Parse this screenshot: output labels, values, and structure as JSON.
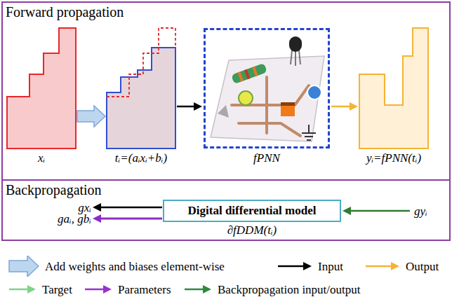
{
  "diagram": {
    "nodes": [
      {
        "text": [
          "Forward propagation"
        ]
      },
      {
        "text": [
          "xᵢ"
        ],
        "in": 0
      },
      {
        "text": [
          "tᵢ=(aᵢxᵢ+bᵢ)"
        ],
        "in": 0
      },
      {
        "text": [
          "fPNN"
        ],
        "in": 0
      },
      {
        "text": [
          "yᵢ=fPNN(tᵢ)"
        ],
        "in": 0
      },
      {
        "text": [
          "Backpropagation"
        ]
      },
      {
        "text": [
          "Digital differential model",
          "∂fDDM(tᵢ)"
        ],
        "in": 5
      }
    ],
    "edges": [
      {
        "from": 1,
        "to": 2,
        "arrow": "to"
      },
      {
        "from": 2,
        "to": 3,
        "arrow": "to"
      },
      {
        "from": 3,
        "to": 4,
        "arrow": "to"
      }
    ],
    "labels": [
      "gxᵢ",
      "gaᵢ, gbᵢ",
      "gyᵢ"
    ],
    "legend": [
      {
        "text": "Add weights and biases element-wise"
      },
      {
        "text": "Input"
      },
      {
        "text": "Output"
      },
      {
        "text": "Target"
      },
      {
        "text": "Parameters"
      },
      {
        "text": "Backpropagation input/output"
      }
    ]
  }
}
